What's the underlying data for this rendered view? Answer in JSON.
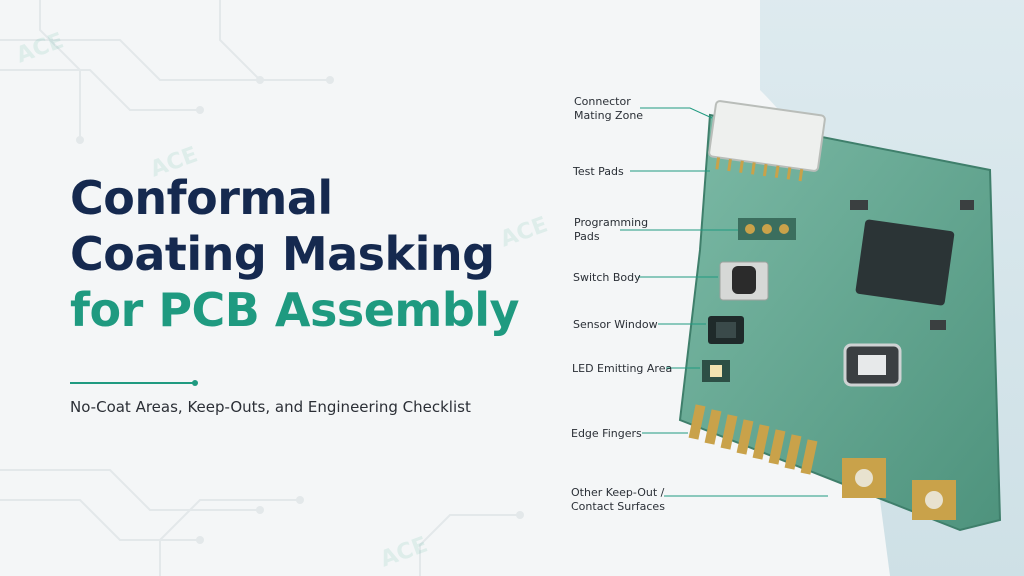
{
  "title": {
    "line1": "Conformal",
    "line2": "Coating Masking",
    "line3": "for PCB Assembly"
  },
  "subtitle": "No-Coat Areas, Keep-Outs, and Engineering Checklist",
  "watermark": "ACE",
  "callouts": [
    {
      "id": "connector",
      "lines": [
        "Connector",
        "Mating Zone"
      ]
    },
    {
      "id": "test-pads",
      "lines": [
        "Test Pads"
      ]
    },
    {
      "id": "programming-pads",
      "lines": [
        "Programming",
        "Pads"
      ]
    },
    {
      "id": "switch-body",
      "lines": [
        "Switch Body"
      ]
    },
    {
      "id": "sensor-window",
      "lines": [
        "Sensor Window"
      ]
    },
    {
      "id": "led-emitting",
      "lines": [
        "LED Emitting Area"
      ]
    },
    {
      "id": "edge-fingers",
      "lines": [
        "Edge Fingers"
      ]
    },
    {
      "id": "other-keep-out",
      "lines": [
        "Other Keep-Out /",
        "Contact Surfaces"
      ]
    }
  ],
  "colors": {
    "navy": "#15294f",
    "accent": "#1f9a80",
    "pcb": "#5fa48e",
    "gold": "#c9a24a"
  }
}
